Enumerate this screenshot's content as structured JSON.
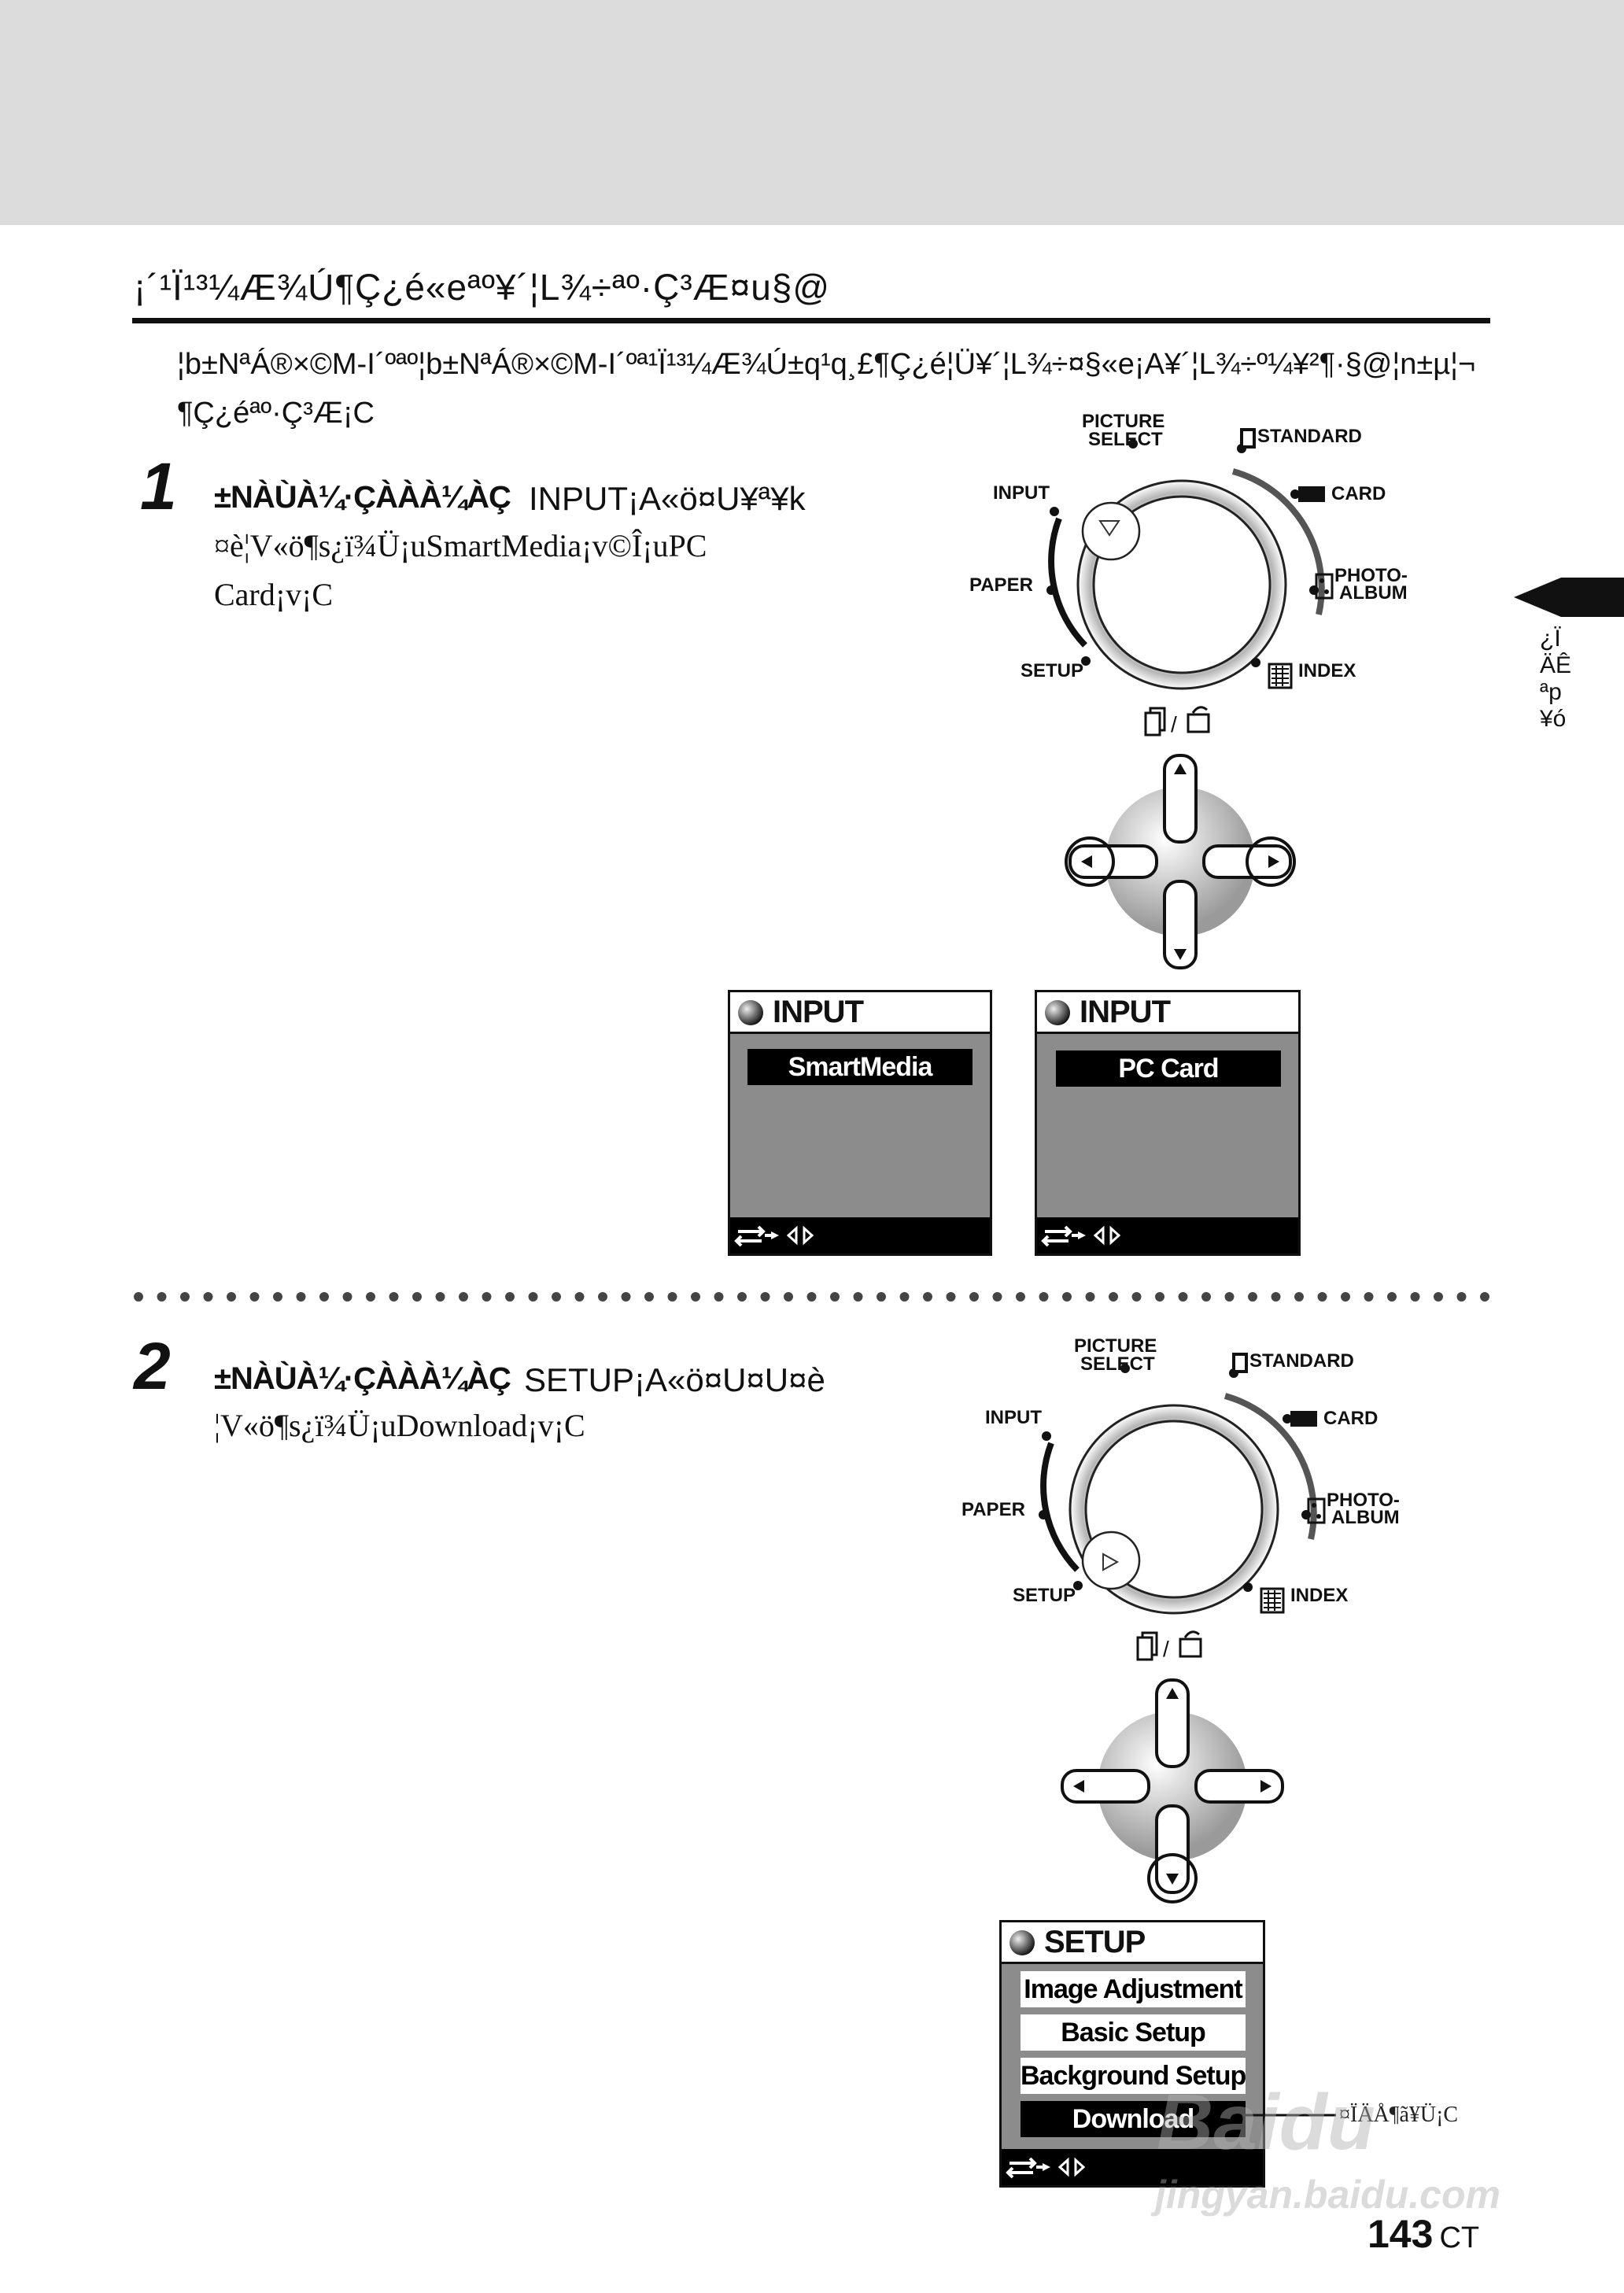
{
  "title": "¡´¹Ï¹³¼Æ¾Ú¶Ç¿é«eªº¥´¦L¾÷ªº·Ç³Æ¤u§@",
  "intro": [
    "¦b±NªÁ®×©M-I´ºªº¦b±NªÁ®×©M-I´ºª¹Ï¹³¼Æ¾Ú±q¹q¸£¶Ç¿é¦Ü¥´¦L¾÷¤§«e¡A¥´¦L¾÷º¼¥²¶·§@¦n±µ¦¬",
    "¶Ç¿éªº·Ç³Æ¡C"
  ],
  "steps": [
    {
      "number": "1",
      "heading": "±NÀÙÀ¼·ÇÀÀÀ¼ÀÇ",
      "line_a": "INPUT¡A«ö¤U¥ª¥k",
      "line_b": "¤è¦V«ö¶s¿ï¾Ü¡uSmartMedia¡v©Î¡uPC",
      "line_c": "Card¡v¡C"
    },
    {
      "number": "2",
      "heading": "±NÀÙÀ¼·ÇÀÀÀ¼ÀÇ",
      "line_a": "SETUP¡A«ö¤U¤U¤è",
      "line_b": "¦V«ö¶s¿ï¾Ü¡uDownload¡v¡C"
    }
  ],
  "dial": {
    "picture_select_1": "PICTURE",
    "picture_select_2": "SELECT",
    "standard": "STANDARD",
    "card": "CARD",
    "photo_album_1": "PHOTO-",
    "photo_album_2": "ALBUM",
    "index": "INDEX",
    "setup": "SETUP",
    "paper": "PAPER",
    "input": "INPUT",
    "slash": "/"
  },
  "side_tab_text": [
    "¿Ï",
    "ÄÊ",
    "ªp",
    "¥ó"
  ],
  "lcd_input_1": {
    "header": "INPUT",
    "selected": "SmartMedia"
  },
  "lcd_input_2": {
    "header": "INPUT",
    "selected": "PC Card"
  },
  "lcd_setup": {
    "header": "SETUP",
    "options": [
      "Image Adjustment",
      "Basic Setup",
      "Background Setup"
    ],
    "selected": "Download"
  },
  "callout": "¤ÏÄÅ¶ã¥Ü¡C",
  "watermark_1": "Baidu",
  "watermark_2": "jingyan.baidu.com",
  "page_number": "143",
  "page_suffix": "CT"
}
